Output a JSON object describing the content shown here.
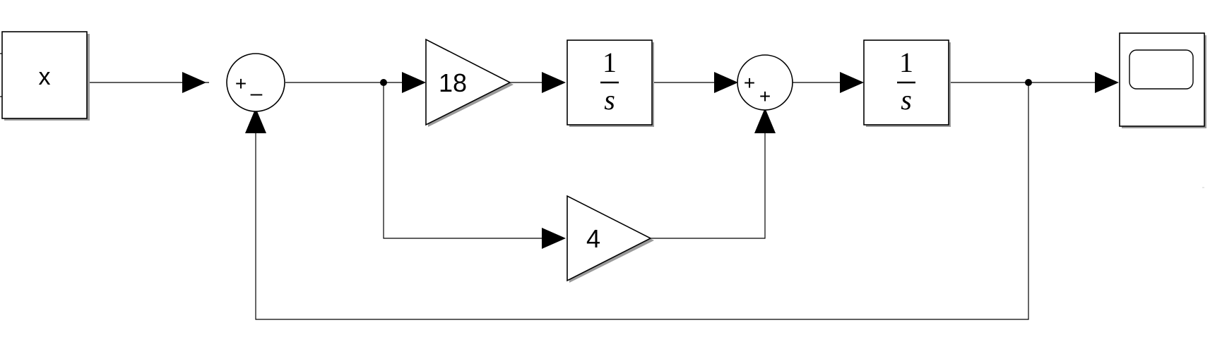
{
  "blocks": {
    "source": {
      "label": "x"
    },
    "sum1": {
      "sign_top": "+",
      "sign_bottom": "–"
    },
    "gain_main": {
      "value": "18"
    },
    "integrator1": {
      "numerator": "1",
      "denominator": "s"
    },
    "sum2": {
      "sign_top": "+",
      "sign_bottom": "+"
    },
    "integrator2": {
      "numerator": "1",
      "denominator": "s"
    },
    "gain_branch": {
      "value": "4"
    },
    "scope": {
      "label": ""
    }
  }
}
